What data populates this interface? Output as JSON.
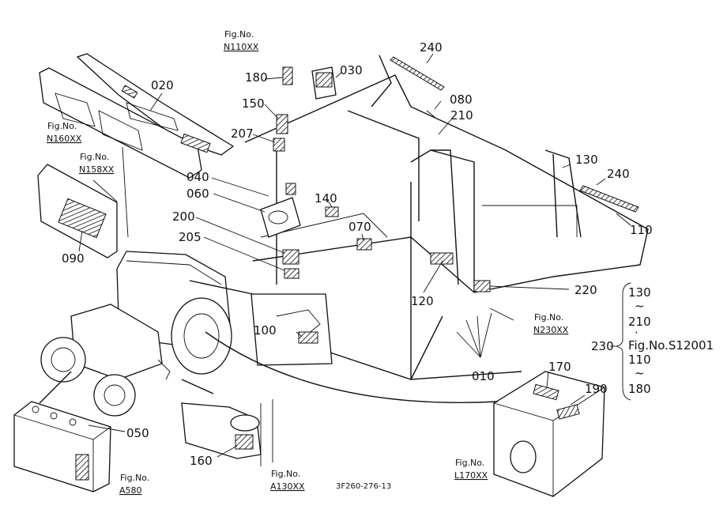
{
  "callouts": {
    "p020": "020",
    "p030": "030",
    "p180": "180",
    "p150": "150",
    "p207": "207",
    "p040": "040",
    "p060": "060",
    "p200": "200",
    "p205": "205",
    "p140": "140",
    "p070": "070",
    "p090": "090",
    "p100": "100",
    "p240a": "240",
    "p080": "080",
    "p210": "210",
    "p130": "130",
    "p240b": "240",
    "p110": "110",
    "p220": "220",
    "p120": "120",
    "p010": "010",
    "p170": "170",
    "p190": "190",
    "p050": "050",
    "p160": "160"
  },
  "fig_refs": {
    "n110": {
      "label": "Fig.No.",
      "code": "N110XX"
    },
    "n160": {
      "label": "Fig.No.",
      "code": "N160XX"
    },
    "n158": {
      "label": "Fig.No.",
      "code": "N158XX"
    },
    "n230": {
      "label": "Fig.No.",
      "code": "N230XX"
    },
    "l170": {
      "label": "Fig.No.",
      "code": "L170XX"
    },
    "a580": {
      "label": "Fig.No.",
      "code": "A580"
    },
    "a130": {
      "label": "Fig.No.",
      "code": "A130XX"
    }
  },
  "range_group": {
    "part": "230",
    "top": "130",
    "tilde1": "~",
    "mid": "210",
    "dot": "·",
    "fig": "Fig.No.S12001",
    "low": "110",
    "tilde2": "~",
    "bottom": "180"
  },
  "drawing_code": "3F260-276-13"
}
